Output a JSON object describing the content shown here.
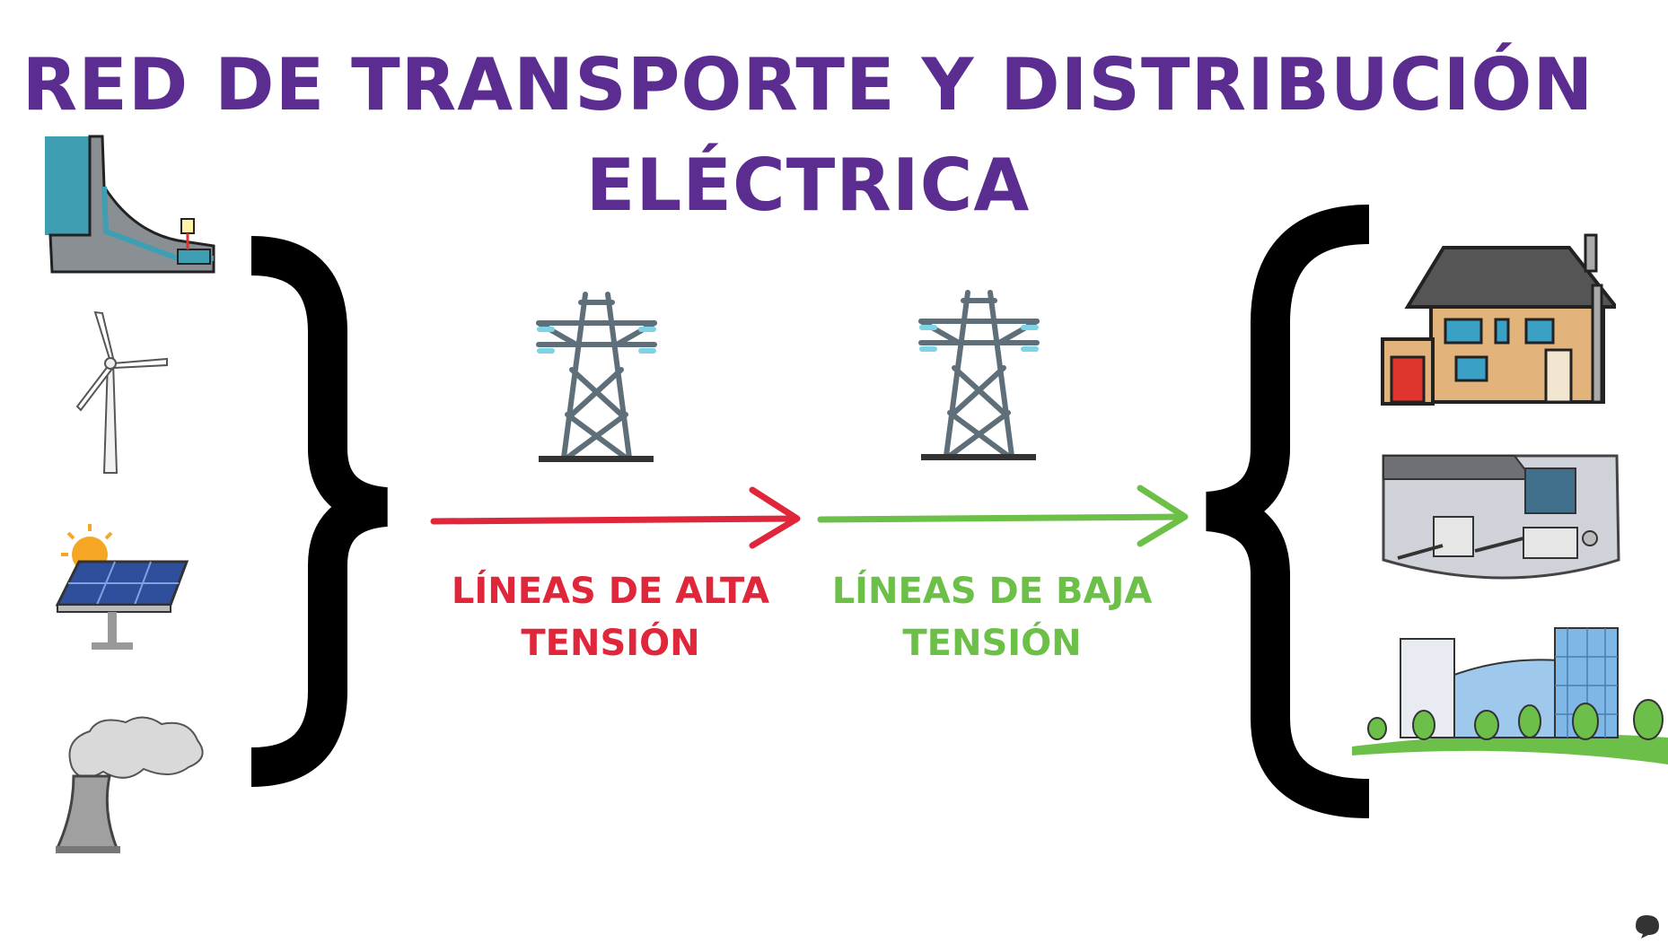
{
  "title": {
    "line1": "RED DE TRANSPORTE Y DISTRIBUCIÓN",
    "line2": "ELÉCTRICA"
  },
  "high_voltage": {
    "line1": "LÍNEAS DE ALTA",
    "line2": "TENSIÓN",
    "color": "#e0263a"
  },
  "low_voltage": {
    "line1": "LÍNEAS DE BAJA",
    "line2": "TENSIÓN",
    "color": "#6cbf47"
  },
  "sources": [
    "hydroelectric-dam-icon",
    "wind-turbine-icon",
    "solar-panel-icon",
    "cooling-tower-icon"
  ],
  "consumers": [
    "house-icon",
    "factory-icon",
    "office-building-icon"
  ],
  "colors": {
    "title": "#5b2d91",
    "brace": "#000000",
    "tower": "#5f6f7a",
    "insulator": "#7fd3e6"
  }
}
